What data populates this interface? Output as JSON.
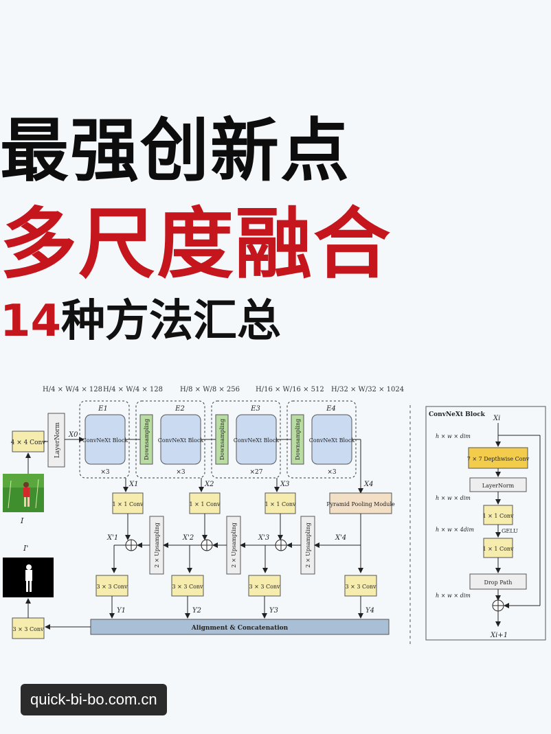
{
  "title": {
    "line1": "最强创新点",
    "line2": "多尺度融合",
    "line3_number": "14",
    "line3_text": "种方法汇总"
  },
  "diagram": {
    "dims": [
      "H/4 × W/4 × 128",
      "H/4 × W/4 × 128",
      "H/8 × W/8 × 256",
      "H/16 × W/16 × 512",
      "H/32 × W/32 × 1024"
    ],
    "stem_conv": "4 × 4 Conv",
    "layernorm": "LayerNorm",
    "x0": "X0",
    "stages": [
      {
        "label": "E1",
        "block": "ConvNeXt Block",
        "repeat": "×3",
        "out": "X1"
      },
      {
        "label": "E2",
        "block": "ConvNeXt Block",
        "repeat": "×3",
        "out": "X2"
      },
      {
        "label": "E3",
        "block": "ConvNeXt Block",
        "repeat": "×27",
        "out": "X3"
      },
      {
        "label": "E4",
        "block": "ConvNeXt Block",
        "repeat": "×3",
        "out": "X4"
      }
    ],
    "downsampling": "Downsampling",
    "conv1x1": "1 × 1 Conv",
    "ppm": "Pyramid Pooling Module",
    "upsampling": "2 × Upsampling",
    "xprime": [
      "X'1",
      "X'2",
      "X'3",
      "X'4"
    ],
    "conv3x3": "3 × 3 Conv",
    "y": [
      "Y1",
      "Y2",
      "Y3",
      "Y4"
    ],
    "align": "Alignment & Concatenation",
    "input_label": "I",
    "output_label": "I'",
    "convnext_detail": {
      "title": "ConvNeXt Block",
      "input": "Xi",
      "output": "Xi+1",
      "dim1": "h × w × dim",
      "dim2": "h × w × dim",
      "dim3": "h × w × 4dim",
      "dim4": "h × w × dim",
      "dwconv": "7 × 7 Depthwise Conv",
      "ln": "LayerNorm",
      "conv_a": "1 × 1 Conv",
      "gelu": "GELU",
      "conv_b": "1 × 1 Conv",
      "droppath": "Drop Path"
    }
  },
  "watermark": "quick-bi-bo.com.cn",
  "colors": {
    "title_red": "#c4161c",
    "block_blue": "#c9daf1",
    "down_green": "#b9dca2",
    "conv_yellow": "#f6ecae",
    "ppm_beige": "#f3dfc6",
    "align_bar": "#a9bfd6",
    "dw_gold": "#f2cc4a"
  }
}
